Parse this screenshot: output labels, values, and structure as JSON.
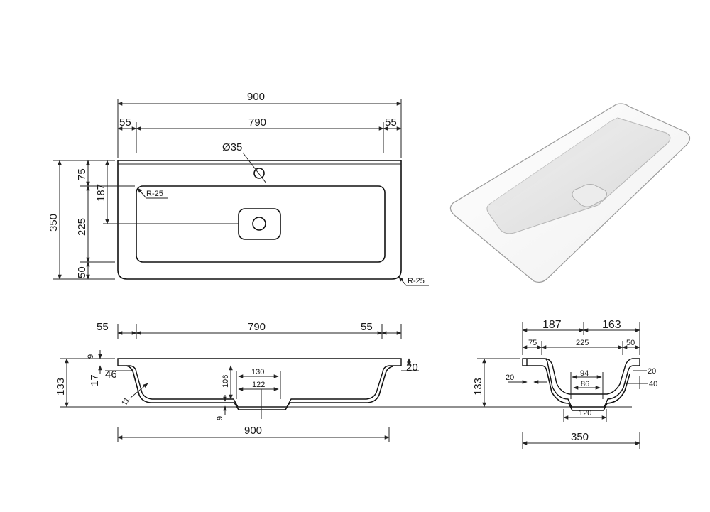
{
  "top_view": {
    "overall_width": "900",
    "left_margin": "55",
    "inner_width": "790",
    "right_margin": "55",
    "tap_hole": "Ø35",
    "corner_radius_inner": "R-25",
    "corner_radius_outer": "R-25",
    "depth_total": "350",
    "depth_back": "75",
    "depth_to_drain": "187",
    "depth_bowl_front": "225",
    "depth_front": "50"
  },
  "front_section": {
    "left_margin": "55",
    "inner_width": "790",
    "right_margin": "55",
    "height": "133",
    "rim_thickness": "9",
    "lip_a": "17",
    "lip_b": "46",
    "rim_right": "20",
    "bowl_depth": "106",
    "drain_outer": "130",
    "drain_inner": "122",
    "bottom_thickness": "9",
    "wall_thickness": "11",
    "overall_width": "900"
  },
  "side_section": {
    "to_center": "187",
    "from_center": "163",
    "back": "75",
    "bowl": "225",
    "front": "50",
    "height": "133",
    "wall_left": "20",
    "rim_right": "20",
    "lip_right": "40",
    "drain_outer": "94",
    "drain_inner": "86",
    "drain_base": "120",
    "overall_depth": "350"
  }
}
